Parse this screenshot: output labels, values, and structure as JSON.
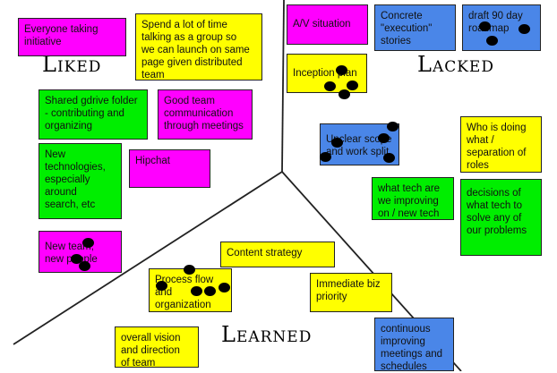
{
  "sections": {
    "liked": "Liked",
    "lacked": "Lacked",
    "learned": "Learned"
  },
  "notes": {
    "everyone": "Everyone taking\ninitiative",
    "spend_time": "Spend a lot of time\ntalking as a group so\nwe can launch on same\npage given distributed\nteam",
    "av": "A/V situation",
    "concrete": "Concrete\n\"execution\"\nstories",
    "draft": "draft 90 day\nroadmap",
    "inception": "Inception plan",
    "gdrive": "Shared gdrive folder\n- contributing and\norganizing",
    "good_comm": "Good team\ncommunication\nthrough meetings",
    "unclear": "Unclear scope\nand work split",
    "who_doing": "Who is doing\nwhat /\nseparation of\nroles",
    "new_tech": "New\ntechnologies,\nespecially\naround\nsearch, etc",
    "hipchat": "Hipchat",
    "what_tech": "what tech are\nwe improving\non / new tech",
    "decisions": "decisions of\nwhat tech to\nsolve any of\nour problems",
    "new_team": "New team,\nnew people",
    "content": "Content strategy",
    "process": "Process flow\nand\norganization",
    "immediate": "Immediate biz\npriority",
    "overall": "overall vision\nand direction\nof team",
    "continuous": "continuous\nimproving\nmeetings and\nschedules"
  },
  "colors": {
    "pink": "#ff00ff",
    "yellow": "#ffff00",
    "green": "#00ee00",
    "blue": "#4a86e8",
    "dot": "#000000"
  }
}
